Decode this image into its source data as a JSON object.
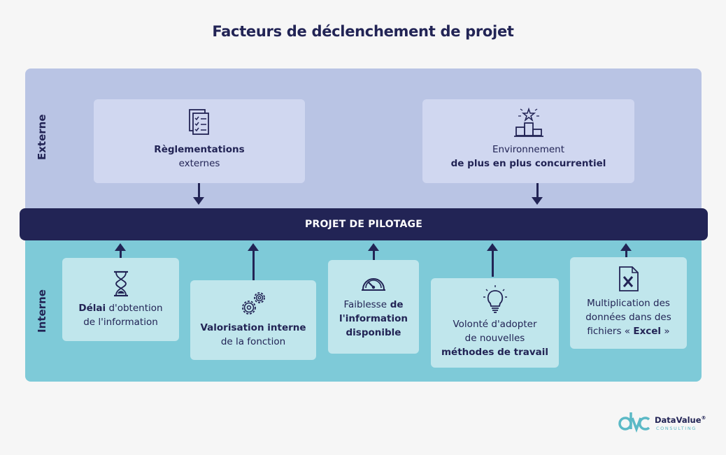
{
  "title": "Facteurs de déclenchement de projet",
  "labels": {
    "externe": "Externe",
    "interne": "Interne"
  },
  "center": "PROJET DE PILOTAGE",
  "external": [
    {
      "icon": "document-checklist-icon",
      "line1": "Règlementations",
      "line2": "externes"
    },
    {
      "icon": "podium-star-icon",
      "line1": "Environnement",
      "line2": "de plus en plus concurrentiel"
    }
  ],
  "internal": [
    {
      "icon": "hourglass-icon",
      "bold": "Délai",
      "rest1": " d'obtention",
      "line2": "de l'information"
    },
    {
      "icon": "gears-icon",
      "line1": "Valorisation interne",
      "line2": "de la fonction"
    },
    {
      "icon": "gauge-icon",
      "pre": "Faiblesse",
      "bold1": " de",
      "line2": "l'information",
      "line3": "disponible"
    },
    {
      "icon": "lightbulb-icon",
      "line1": "Volonté d'adopter",
      "line2": "de nouvelles",
      "line3": "méthodes de travail"
    },
    {
      "icon": "excel-file-icon",
      "line1": "Multiplication des",
      "line2": "données dans des",
      "pre3": "fichiers « ",
      "bold3": "Excel",
      "post3": " »"
    }
  ],
  "logo": {
    "mark": "dvc",
    "name": "DataValue",
    "reg": "®",
    "sub": "CONSULTING"
  },
  "colors": {
    "navy": "#222455",
    "external_band": "#b9c4e4",
    "internal_band": "#7ecad8",
    "teal": "#5bb9c6"
  }
}
